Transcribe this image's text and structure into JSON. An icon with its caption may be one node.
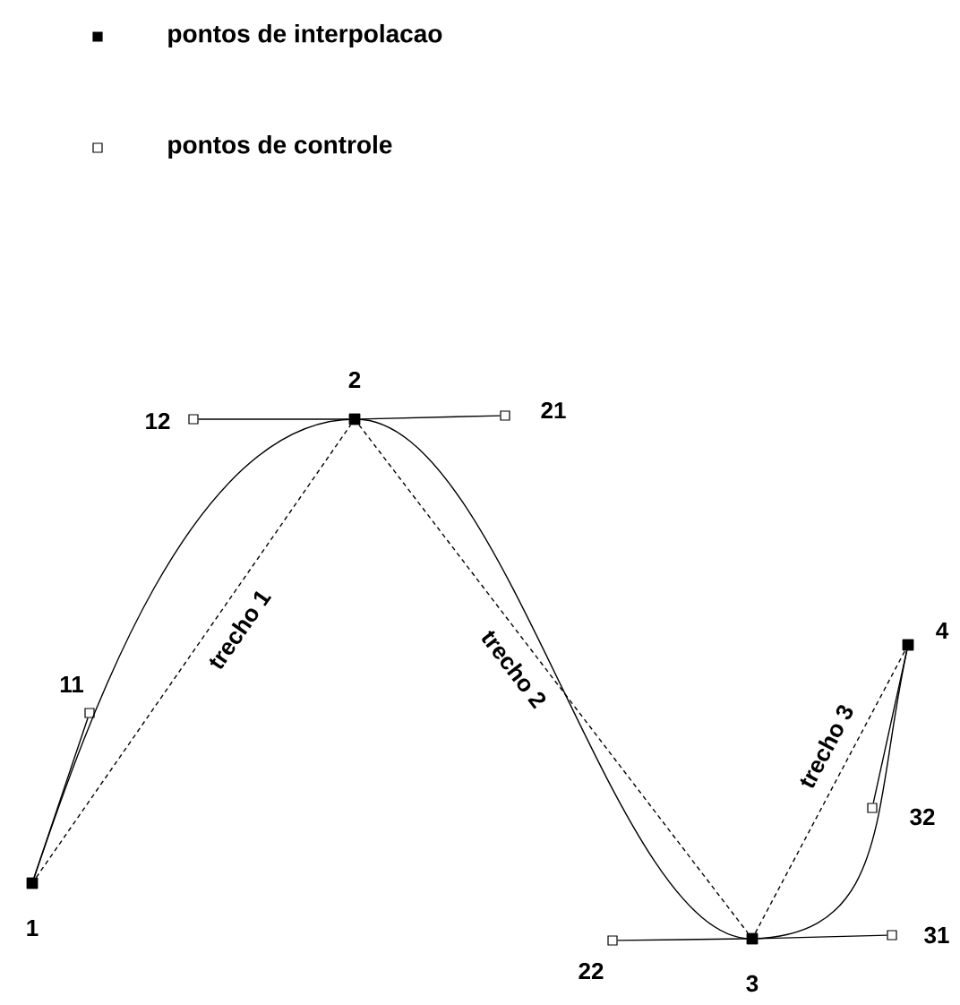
{
  "diagram": {
    "nodes": [
      {
        "text": [],
        "shape": "box",
        "beside": [
          "1"
        ]
      },
      {
        "text": [],
        "shape": "box",
        "beside": [
          "2"
        ]
      },
      {
        "text": [],
        "shape": "box",
        "beside": [
          "3"
        ]
      },
      {
        "text": [],
        "shape": "box",
        "beside": [
          "4"
        ]
      },
      {
        "text": [],
        "shape": "box",
        "beside": [
          "11"
        ]
      },
      {
        "text": [],
        "shape": "box",
        "beside": [
          "12"
        ]
      },
      {
        "text": [],
        "shape": "box",
        "beside": [
          "21"
        ]
      },
      {
        "text": [],
        "shape": "box",
        "beside": [
          "22"
        ]
      },
      {
        "text": [],
        "shape": "box",
        "beside": [
          "31"
        ]
      },
      {
        "text": [],
        "shape": "box",
        "beside": [
          "32"
        ]
      }
    ],
    "edges": [
      {
        "from": 0,
        "to": 1,
        "arrow": "none"
      },
      {
        "from": 1,
        "to": 2,
        "arrow": "none"
      },
      {
        "from": 2,
        "to": 3,
        "arrow": "none"
      },
      {
        "from": 0,
        "to": 4,
        "arrow": "none"
      },
      {
        "from": 5,
        "to": 1,
        "arrow": "none"
      },
      {
        "from": 1,
        "to": 6,
        "arrow": "none"
      },
      {
        "from": 7,
        "to": 2,
        "arrow": "none"
      },
      {
        "from": 2,
        "to": 8,
        "arrow": "none"
      },
      {
        "from": 3,
        "to": 9,
        "arrow": "none"
      },
      {
        "from": 0,
        "to": 1,
        "arrow": "none",
        "style": "dashed",
        "label": "trecho 1"
      },
      {
        "from": 1,
        "to": 2,
        "arrow": "none",
        "style": "dashed",
        "label": "trecho 2"
      },
      {
        "from": 2,
        "to": 3,
        "arrow": "none",
        "style": "dashed",
        "label": "trecho 3"
      }
    ],
    "legend": [
      {
        "text": "pontos de interpolacao"
      },
      {
        "text": "pontos de controle"
      }
    ]
  }
}
